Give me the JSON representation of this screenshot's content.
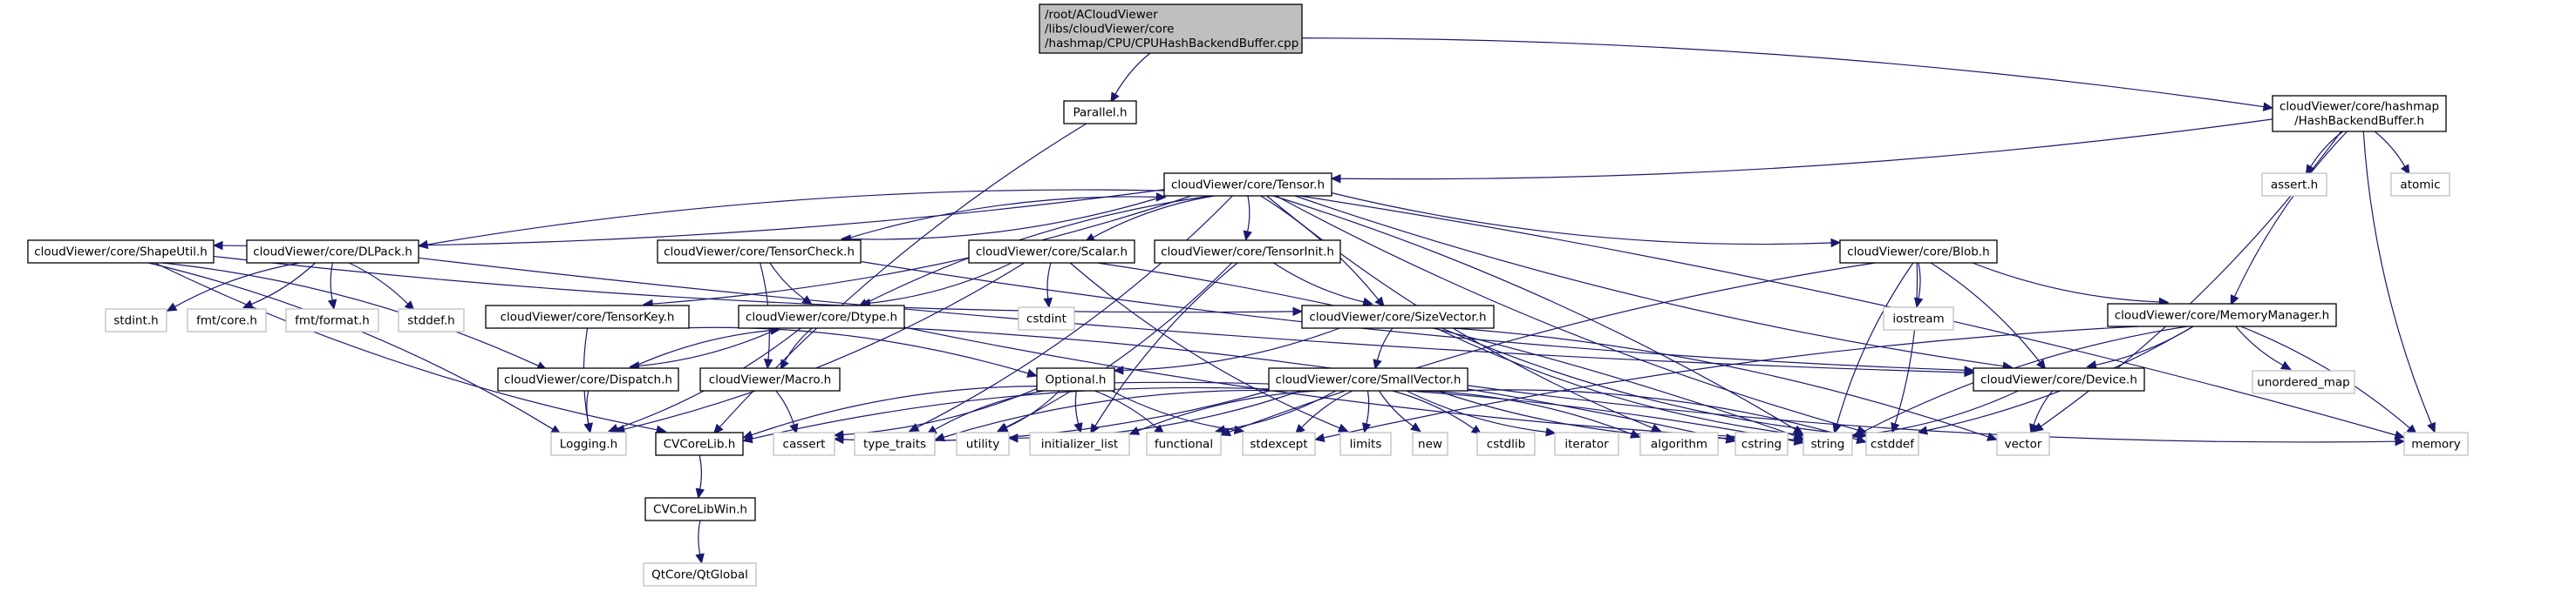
{
  "diagram": {
    "title": "Include dependency graph for CPUHashBackendBuffer.cpp",
    "colors": {
      "edge": "#191970",
      "root_fill": "#bfbfbf",
      "doc_border": "#000000",
      "ext_border": "#bfbfbf"
    },
    "nodes": [
      {
        "id": "root",
        "lines": [
          "/root/ACloudViewer",
          "/libs/cloudViewer/core",
          "/hashmap/CPU/CPUHashBackendBuffer.cpp"
        ],
        "kind": "root"
      },
      {
        "id": "parallel",
        "lines": [
          "Parallel.h"
        ],
        "kind": "doc"
      },
      {
        "id": "hashbuf",
        "lines": [
          "cloudViewer/core/hashmap",
          "/HashBackendBuffer.h"
        ],
        "kind": "doc"
      },
      {
        "id": "tensor",
        "lines": [
          "cloudViewer/core/Tensor.h"
        ],
        "kind": "doc"
      },
      {
        "id": "asserth",
        "lines": [
          "assert.h"
        ],
        "kind": "ext"
      },
      {
        "id": "atomic",
        "lines": [
          "atomic"
        ],
        "kind": "ext"
      },
      {
        "id": "shapeutil",
        "lines": [
          "cloudViewer/core/ShapeUtil.h"
        ],
        "kind": "doc"
      },
      {
        "id": "dlpack",
        "lines": [
          "cloudViewer/core/DLPack.h"
        ],
        "kind": "doc"
      },
      {
        "id": "tensorcheck",
        "lines": [
          "cloudViewer/core/TensorCheck.h"
        ],
        "kind": "doc"
      },
      {
        "id": "scalar",
        "lines": [
          "cloudViewer/core/Scalar.h"
        ],
        "kind": "doc"
      },
      {
        "id": "tensorinit",
        "lines": [
          "cloudViewer/core/TensorInit.h"
        ],
        "kind": "doc"
      },
      {
        "id": "blob",
        "lines": [
          "cloudViewer/core/Blob.h"
        ],
        "kind": "doc"
      },
      {
        "id": "stdinth",
        "lines": [
          "stdint.h"
        ],
        "kind": "ext"
      },
      {
        "id": "fmtcore",
        "lines": [
          "fmt/core.h"
        ],
        "kind": "ext"
      },
      {
        "id": "fmtformat",
        "lines": [
          "fmt/format.h"
        ],
        "kind": "ext"
      },
      {
        "id": "stddefh",
        "lines": [
          "stddef.h"
        ],
        "kind": "ext"
      },
      {
        "id": "tensorkey",
        "lines": [
          "cloudViewer/core/TensorKey.h"
        ],
        "kind": "doc"
      },
      {
        "id": "dtype",
        "lines": [
          "cloudViewer/core/Dtype.h"
        ],
        "kind": "doc"
      },
      {
        "id": "cstdint",
        "lines": [
          "cstdint"
        ],
        "kind": "ext"
      },
      {
        "id": "sizevector",
        "lines": [
          "cloudViewer/core/SizeVector.h"
        ],
        "kind": "doc"
      },
      {
        "id": "iostream",
        "lines": [
          "iostream"
        ],
        "kind": "ext"
      },
      {
        "id": "memmgr",
        "lines": [
          "cloudViewer/core/MemoryManager.h"
        ],
        "kind": "doc"
      },
      {
        "id": "dispatch",
        "lines": [
          "cloudViewer/core/Dispatch.h"
        ],
        "kind": "doc"
      },
      {
        "id": "macro",
        "lines": [
          "cloudViewer/Macro.h"
        ],
        "kind": "doc"
      },
      {
        "id": "optional",
        "lines": [
          "Optional.h"
        ],
        "kind": "doc"
      },
      {
        "id": "smallvector",
        "lines": [
          "cloudViewer/core/SmallVector.h"
        ],
        "kind": "doc"
      },
      {
        "id": "device",
        "lines": [
          "cloudViewer/core/Device.h"
        ],
        "kind": "doc"
      },
      {
        "id": "unorderedmap",
        "lines": [
          "unordered_map"
        ],
        "kind": "ext"
      },
      {
        "id": "logging",
        "lines": [
          "Logging.h"
        ],
        "kind": "ext"
      },
      {
        "id": "cvcorelib",
        "lines": [
          "CVCoreLib.h"
        ],
        "kind": "doc"
      },
      {
        "id": "cassert",
        "lines": [
          "cassert"
        ],
        "kind": "ext"
      },
      {
        "id": "typetraits",
        "lines": [
          "type_traits"
        ],
        "kind": "ext"
      },
      {
        "id": "utility",
        "lines": [
          "utility"
        ],
        "kind": "ext"
      },
      {
        "id": "initlist",
        "lines": [
          "initializer_list"
        ],
        "kind": "ext"
      },
      {
        "id": "functional",
        "lines": [
          "functional"
        ],
        "kind": "ext"
      },
      {
        "id": "stdexcept",
        "lines": [
          "stdexcept"
        ],
        "kind": "ext"
      },
      {
        "id": "limits",
        "lines": [
          "limits"
        ],
        "kind": "ext"
      },
      {
        "id": "new",
        "lines": [
          "new"
        ],
        "kind": "ext"
      },
      {
        "id": "cstdlib",
        "lines": [
          "cstdlib"
        ],
        "kind": "ext"
      },
      {
        "id": "iterator",
        "lines": [
          "iterator"
        ],
        "kind": "ext"
      },
      {
        "id": "algorithm",
        "lines": [
          "algorithm"
        ],
        "kind": "ext"
      },
      {
        "id": "cstring",
        "lines": [
          "cstring"
        ],
        "kind": "ext"
      },
      {
        "id": "string",
        "lines": [
          "string"
        ],
        "kind": "ext"
      },
      {
        "id": "cstddef",
        "lines": [
          "cstddef"
        ],
        "kind": "ext"
      },
      {
        "id": "vector",
        "lines": [
          "vector"
        ],
        "kind": "ext"
      },
      {
        "id": "memory",
        "lines": [
          "memory"
        ],
        "kind": "ext"
      },
      {
        "id": "cvcorelibwin",
        "lines": [
          "CVCoreLibWin.h"
        ],
        "kind": "doc"
      },
      {
        "id": "qtglobal",
        "lines": [
          "QtCore/QtGlobal"
        ],
        "kind": "ext"
      }
    ],
    "edges": [
      [
        "root",
        "parallel"
      ],
      [
        "root",
        "hashbuf"
      ],
      [
        "parallel",
        "cvcorelib"
      ],
      [
        "hashbuf",
        "tensor"
      ],
      [
        "hashbuf",
        "asserth"
      ],
      [
        "hashbuf",
        "atomic"
      ],
      [
        "hashbuf",
        "memmgr"
      ],
      [
        "hashbuf",
        "vector"
      ],
      [
        "hashbuf",
        "memory"
      ],
      [
        "tensor",
        "shapeutil"
      ],
      [
        "tensor",
        "dlpack"
      ],
      [
        "tensor",
        "tensorcheck"
      ],
      [
        "tensor",
        "scalar"
      ],
      [
        "tensor",
        "tensorinit"
      ],
      [
        "tensor",
        "blob"
      ],
      [
        "tensor",
        "tensorkey"
      ],
      [
        "tensor",
        "dtype"
      ],
      [
        "tensor",
        "sizevector"
      ],
      [
        "tensor",
        "device"
      ],
      [
        "tensor",
        "typetraits"
      ],
      [
        "tensor",
        "algorithm"
      ],
      [
        "tensor",
        "string"
      ],
      [
        "tensor",
        "cstddef"
      ],
      [
        "tensor",
        "memory"
      ],
      [
        "shapeutil",
        "sizevector"
      ],
      [
        "shapeutil",
        "logging"
      ],
      [
        "shapeutil",
        "cvcorelib"
      ],
      [
        "shapeutil",
        "dispatch"
      ],
      [
        "dlpack",
        "stdinth"
      ],
      [
        "dlpack",
        "fmtcore"
      ],
      [
        "dlpack",
        "fmtformat"
      ],
      [
        "dlpack",
        "stddefh"
      ],
      [
        "dlpack",
        "device"
      ],
      [
        "tensorcheck",
        "tensor"
      ],
      [
        "tensorcheck",
        "dtype"
      ],
      [
        "tensorcheck",
        "macro"
      ],
      [
        "tensorcheck",
        "device"
      ],
      [
        "scalar",
        "dtype"
      ],
      [
        "scalar",
        "cstdint"
      ],
      [
        "scalar",
        "logging"
      ],
      [
        "scalar",
        "limits"
      ],
      [
        "scalar",
        "string"
      ],
      [
        "tensorinit",
        "sizevector"
      ],
      [
        "tensorinit",
        "utility"
      ],
      [
        "tensorinit",
        "initlist"
      ],
      [
        "blob",
        "iostream"
      ],
      [
        "blob",
        "memmgr"
      ],
      [
        "blob",
        "device"
      ],
      [
        "blob",
        "string"
      ],
      [
        "blob",
        "cstddef"
      ],
      [
        "blob",
        "functional"
      ],
      [
        "tensorkey",
        "optional"
      ],
      [
        "tensorkey",
        "logging"
      ],
      [
        "dtype",
        "dispatch"
      ],
      [
        "dtype",
        "macro"
      ],
      [
        "dtype",
        "logging"
      ],
      [
        "dtype",
        "string"
      ],
      [
        "dtype",
        "cstring"
      ],
      [
        "sizevector",
        "smallvector"
      ],
      [
        "sizevector",
        "optional"
      ],
      [
        "sizevector",
        "string"
      ],
      [
        "sizevector",
        "vector"
      ],
      [
        "sizevector",
        "cstddef"
      ],
      [
        "memmgr",
        "device"
      ],
      [
        "memmgr",
        "unorderedmap"
      ],
      [
        "memmgr",
        "memory"
      ],
      [
        "memmgr",
        "string"
      ],
      [
        "memmgr",
        "cstddef"
      ],
      [
        "memmgr",
        "stdexcept"
      ],
      [
        "dispatch",
        "dtype"
      ],
      [
        "dispatch",
        "logging"
      ],
      [
        "macro",
        "cassert"
      ],
      [
        "optional",
        "cvcorelib"
      ],
      [
        "optional",
        "cassert"
      ],
      [
        "optional",
        "typetraits"
      ],
      [
        "optional",
        "utility"
      ],
      [
        "optional",
        "initlist"
      ],
      [
        "optional",
        "functional"
      ],
      [
        "optional",
        "stdexcept"
      ],
      [
        "optional",
        "string"
      ],
      [
        "smallvector",
        "cvcorelib"
      ],
      [
        "smallvector",
        "cassert"
      ],
      [
        "smallvector",
        "typetraits"
      ],
      [
        "smallvector",
        "utility"
      ],
      [
        "smallvector",
        "initlist"
      ],
      [
        "smallvector",
        "functional"
      ],
      [
        "smallvector",
        "stdexcept"
      ],
      [
        "smallvector",
        "limits"
      ],
      [
        "smallvector",
        "new"
      ],
      [
        "smallvector",
        "cstdlib"
      ],
      [
        "smallvector",
        "iterator"
      ],
      [
        "smallvector",
        "algorithm"
      ],
      [
        "smallvector",
        "cstring"
      ],
      [
        "smallvector",
        "cstddef"
      ],
      [
        "smallvector",
        "memory"
      ],
      [
        "device",
        "string"
      ],
      [
        "device",
        "vector"
      ],
      [
        "cvcorelib",
        "cvcorelibwin"
      ],
      [
        "cvcorelibwin",
        "qtglobal"
      ]
    ]
  }
}
